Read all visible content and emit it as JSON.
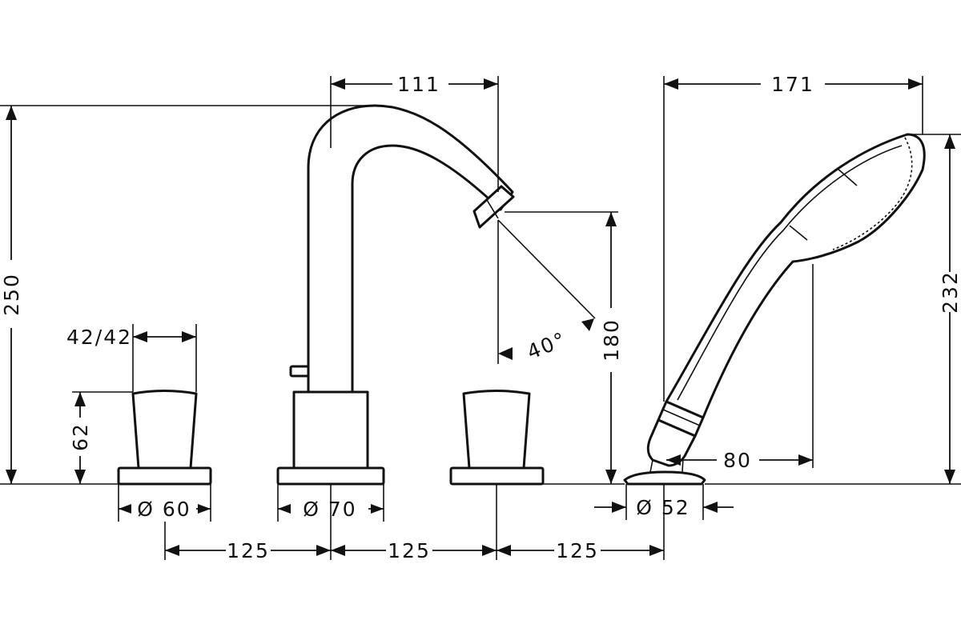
{
  "dimensions": {
    "spout_reach": "111",
    "hand_shower_length": "171",
    "overall_height": "250",
    "hand_shower_height": "232",
    "outlet_height": "180",
    "spray_angle": "40°",
    "handle_size": "42/42",
    "handle_height": "62",
    "shower_projection": "80",
    "handle_base_diameter": "Ø 60",
    "spout_base_diameter": "Ø 70",
    "shower_base_diameter": "Ø 52",
    "spacing_1": "125",
    "spacing_2": "125",
    "spacing_3": "125"
  },
  "colors": {
    "line": "#111111",
    "background": "#ffffff"
  }
}
